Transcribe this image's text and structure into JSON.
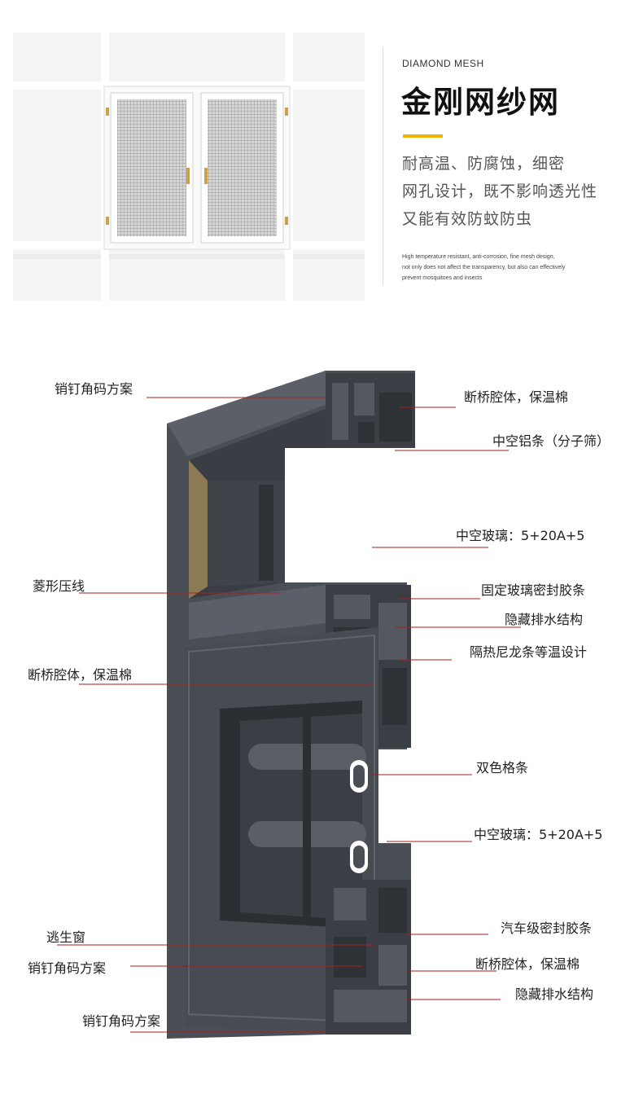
{
  "header": {
    "subtitle": "DIAMOND MESH",
    "title": "金刚网纱网",
    "accent_color": "#f0b400",
    "description": [
      "耐高温、防腐蚀，细密",
      "网孔设计，既不影响透光性",
      "又能有效防蚊防虫"
    ],
    "english": [
      "High temperature resistant, anti-corrosion, fine mesh design,",
      "not only does not affect the transparency, but also can effectively",
      "prevent mosquitoes and insects"
    ]
  },
  "diagram": {
    "line_color": "#a3211e",
    "profile_color": "#4a4f56",
    "labels_left": [
      "销钉角码方案",
      "菱形压线",
      "断桥腔体，保温棉",
      "逃生窗",
      "销钉角码方案",
      "销钉角码方案"
    ],
    "labels_right": [
      "断桥腔体，保温棉",
      "中空铝条（分子筛）",
      "中空玻璃：5+20A+5",
      "固定玻璃密封胶条",
      "隐藏排水结构",
      "隔热尼龙条等温设计",
      "双色格条",
      "中空玻璃：5+20A+5",
      "汽车级密封胶条",
      "断桥腔体，保温棉",
      "隐藏排水结构"
    ]
  }
}
